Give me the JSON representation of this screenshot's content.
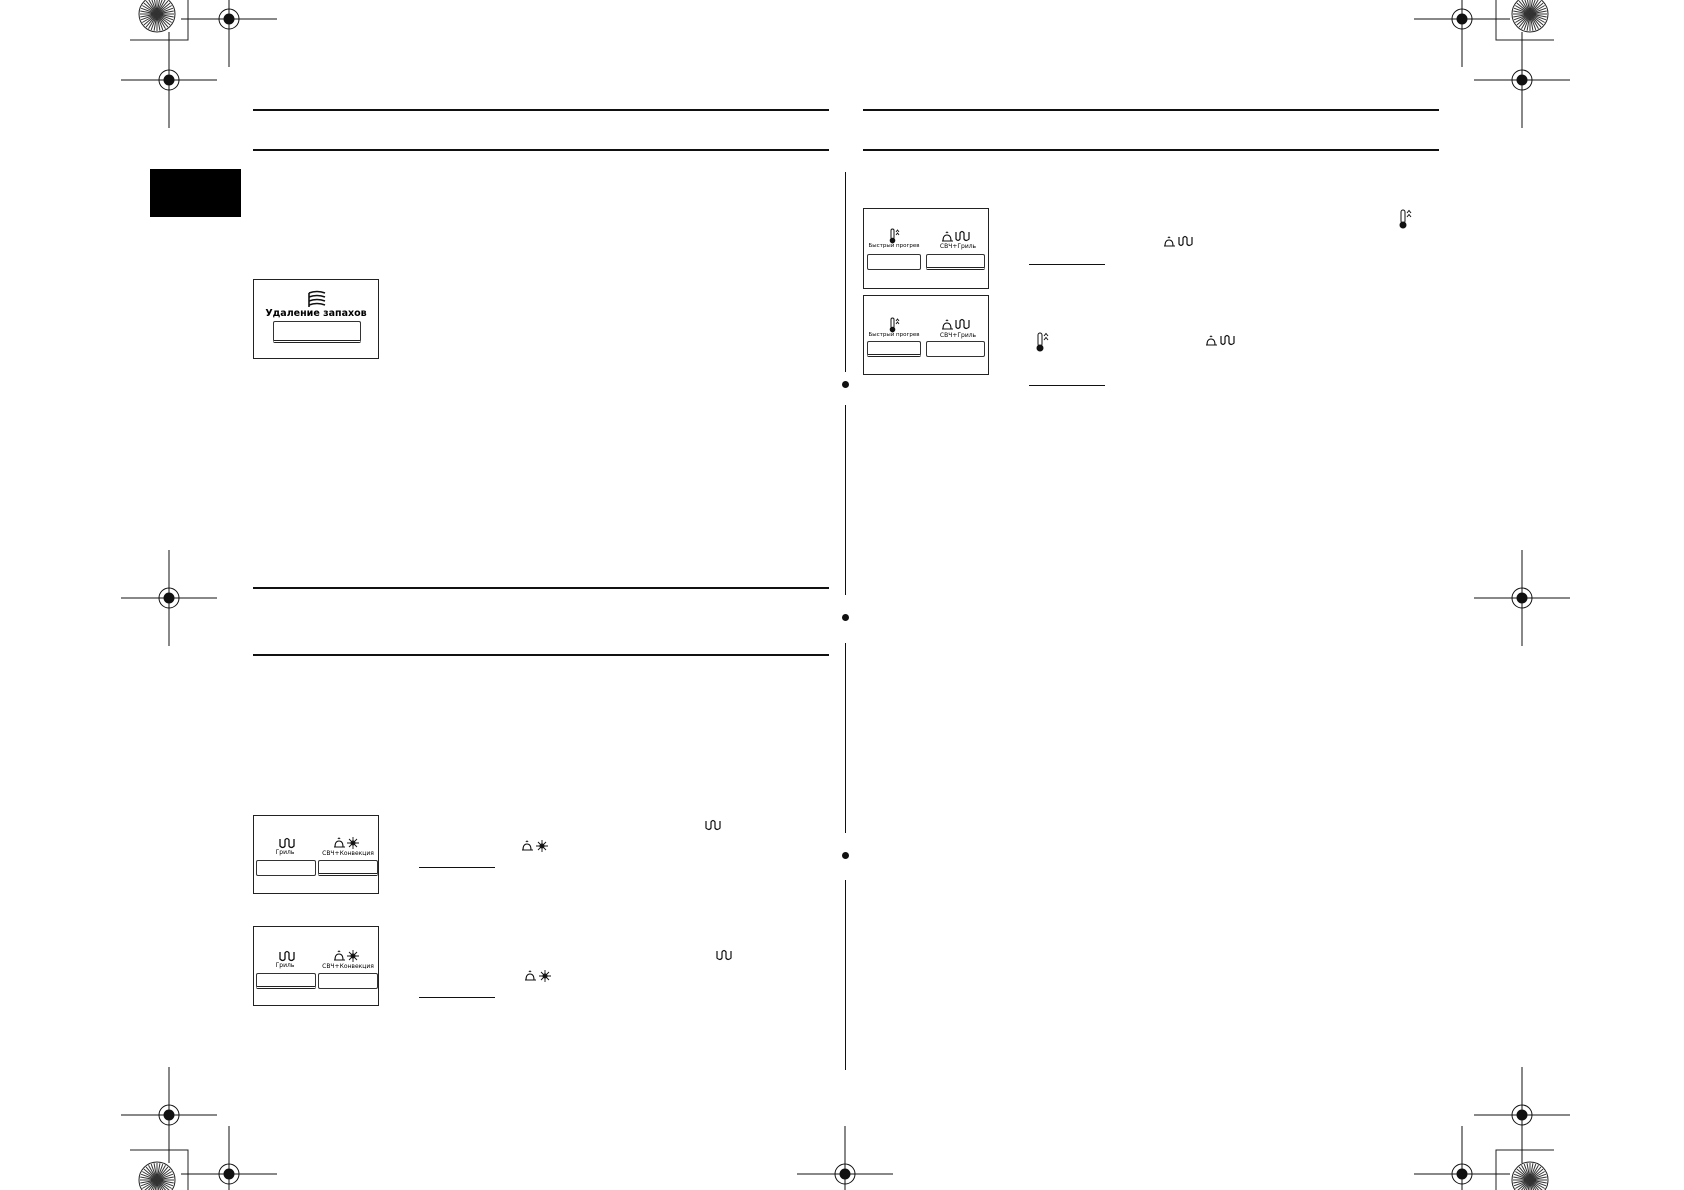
{
  "panels": {
    "deodorize": {
      "label": "Удаление запахов",
      "icon": "deodorize-icon"
    },
    "grill_1": {
      "left_label": "Гриль",
      "right_label": "СВЧ+Конвекция",
      "left_icon": "grill-icon",
      "right_icon": "microwave-convection-icon"
    },
    "grill_2": {
      "left_label": "Гриль",
      "right_label": "СВЧ+Конвекция",
      "left_icon": "grill-icon",
      "right_icon": "microwave-convection-icon"
    },
    "preheat_1": {
      "left_label": "Быстрый прогрев",
      "right_label": "СВЧ+Гриль",
      "left_icon": "thermometer-icon",
      "right_icon": "microwave-grill-icon"
    },
    "preheat_2": {
      "left_label": "Быстрый прогрев",
      "right_label": "СВЧ+Гриль",
      "left_icon": "thermometer-icon",
      "right_icon": "microwave-grill-icon"
    }
  },
  "colors": {
    "ink": "#111111",
    "tab": "#000000"
  }
}
